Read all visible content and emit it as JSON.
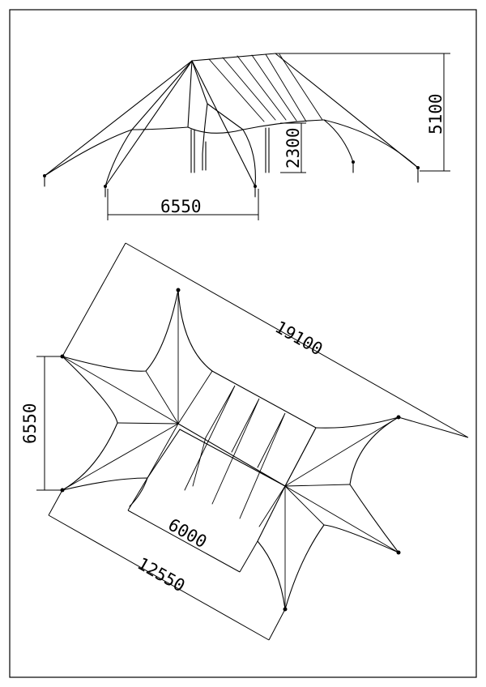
{
  "dimensions": {
    "side_span": "6550",
    "total_height": "5100",
    "eave_height": "2300",
    "plan_length": "19100",
    "plan_width": "6550",
    "ridge_length": "6000",
    "plan_diagonal": "12550"
  }
}
